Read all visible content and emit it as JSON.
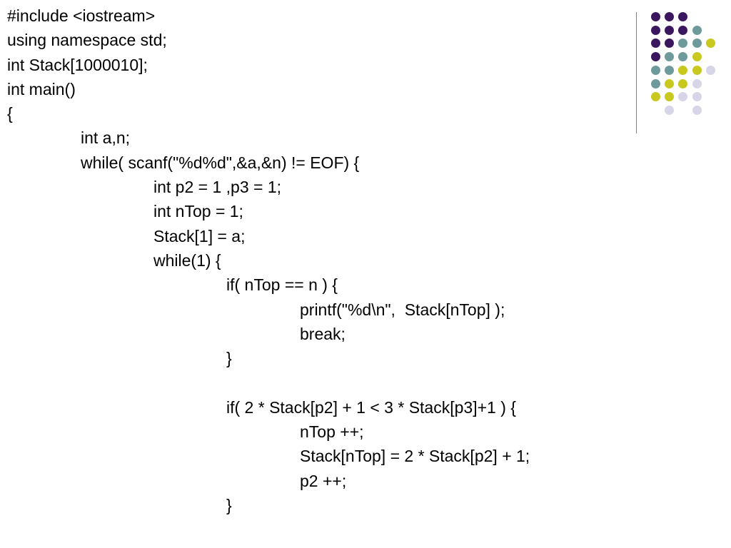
{
  "code_lines": [
    {
      "text": "#include <iostream>",
      "indent": 0
    },
    {
      "text": "using namespace std;",
      "indent": 0
    },
    {
      "text": "int Stack[1000010];",
      "indent": 0
    },
    {
      "text": "int main()",
      "indent": 0
    },
    {
      "text": "{",
      "indent": 0
    },
    {
      "text": "int a,n;",
      "indent": 1
    },
    {
      "text": "while( scanf(\"%d%d\",&a,&n) != EOF) {",
      "indent": 1
    },
    {
      "text": "int p2 = 1 ,p3 = 1;",
      "indent": 2
    },
    {
      "text": "int nTop = 1;",
      "indent": 2
    },
    {
      "text": "Stack[1] = a;",
      "indent": 2
    },
    {
      "text": "while(1) {",
      "indent": 2
    },
    {
      "text": "if( nTop == n ) {",
      "indent": 3
    },
    {
      "text": "printf(\"%d\\n\",  Stack[nTop] );",
      "indent": 4
    },
    {
      "text": "break;",
      "indent": 4
    },
    {
      "text": "}",
      "indent": 3
    },
    {
      "text": "",
      "indent": 0
    },
    {
      "text": "if( 2 * Stack[p2] + 1 < 3 * Stack[p3]+1 ) {",
      "indent": 3
    },
    {
      "text": "nTop ++;",
      "indent": 4
    },
    {
      "text": "Stack[nTop] = 2 * Stack[p2] + 1;",
      "indent": 4
    },
    {
      "text": "p2 ++;",
      "indent": 4
    },
    {
      "text": "}",
      "indent": 3
    }
  ],
  "decoration": {
    "colors": {
      "purple": "#3a175f",
      "teal": "#6f9a9b",
      "yellow": "#c8c81e",
      "lavender": "#d6d6e8"
    },
    "dot_rows": [
      [
        "purple",
        "purple",
        "purple",
        null,
        null
      ],
      [
        "purple",
        "purple",
        "purple",
        "teal",
        null
      ],
      [
        "purple",
        "purple",
        "teal",
        "teal",
        "yellow"
      ],
      [
        "purple",
        "teal",
        "teal",
        "yellow",
        null
      ],
      [
        "teal",
        "teal",
        "yellow",
        "yellow",
        "lavender"
      ],
      [
        "teal",
        "yellow",
        "yellow",
        "lavender",
        null
      ],
      [
        "yellow",
        "yellow",
        "lavender",
        "lavender",
        null
      ],
      [
        null,
        "lavender",
        null,
        "lavender",
        null
      ]
    ]
  }
}
